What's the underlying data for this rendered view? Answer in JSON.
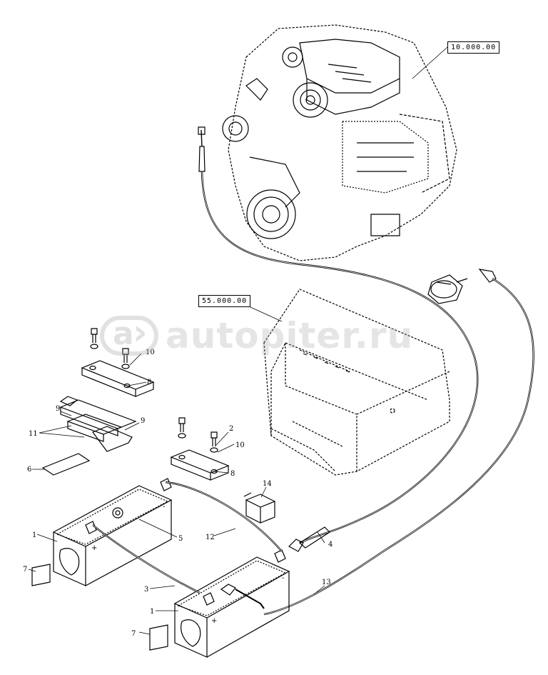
{
  "reference_boxes": {
    "engine_ref": "10.000.00",
    "box_ref": "55.000.00"
  },
  "watermark": {
    "text": "autopiter.ru"
  },
  "callouts": {
    "c1a": "1",
    "c1b": "1",
    "c2": "2",
    "c3": "3",
    "c4": "4",
    "c5": "5",
    "c6": "6",
    "c7a": "7",
    "c7b": "7",
    "c8a": "8",
    "c8b": "8",
    "c9a": "9",
    "c9b": "9",
    "c10a": "10",
    "c10b": "10",
    "c11": "11",
    "c12": "12",
    "c13": "13",
    "c14": "14"
  },
  "terminal_signs": {
    "plus1": "+",
    "minus1": "-",
    "plus2": "+",
    "minus2": "-"
  }
}
